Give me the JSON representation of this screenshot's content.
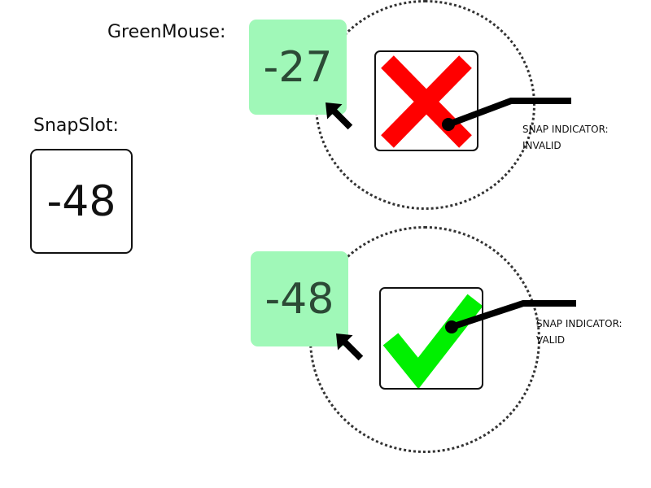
{
  "snap_slot": {
    "label": "SnapSlot:",
    "value": "-48"
  },
  "green_mouse": {
    "label": "GreenMouse:",
    "color": "#a0f8b8"
  },
  "states": [
    {
      "mouse_value": "-27",
      "indicator": "invalid",
      "icon": "x-mark-icon",
      "icon_color": "#ff0000",
      "note_line1": "SNAP INDICATOR:",
      "note_line2": "INVALID"
    },
    {
      "mouse_value": "-48",
      "indicator": "valid",
      "icon": "check-mark-icon",
      "icon_color": "#00f000",
      "note_line1": "SNAP INDICATOR:",
      "note_line2": "VALID"
    }
  ]
}
